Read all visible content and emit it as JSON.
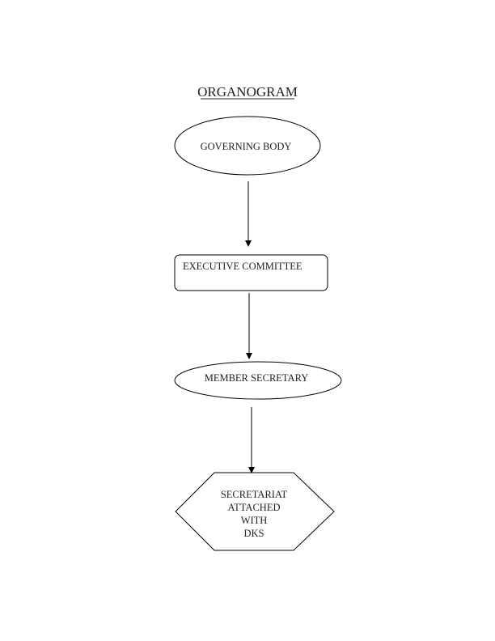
{
  "title": "ORGANOGRAM",
  "nodes": {
    "governing_body": "GOVERNING BODY",
    "executive_committee": "EXECUTIVE COMMITTEE",
    "member_secretary": "MEMBER SECRETARY",
    "secretariat": [
      "SECRETARIAT",
      "ATTACHED",
      "WITH",
      "DKS"
    ]
  }
}
